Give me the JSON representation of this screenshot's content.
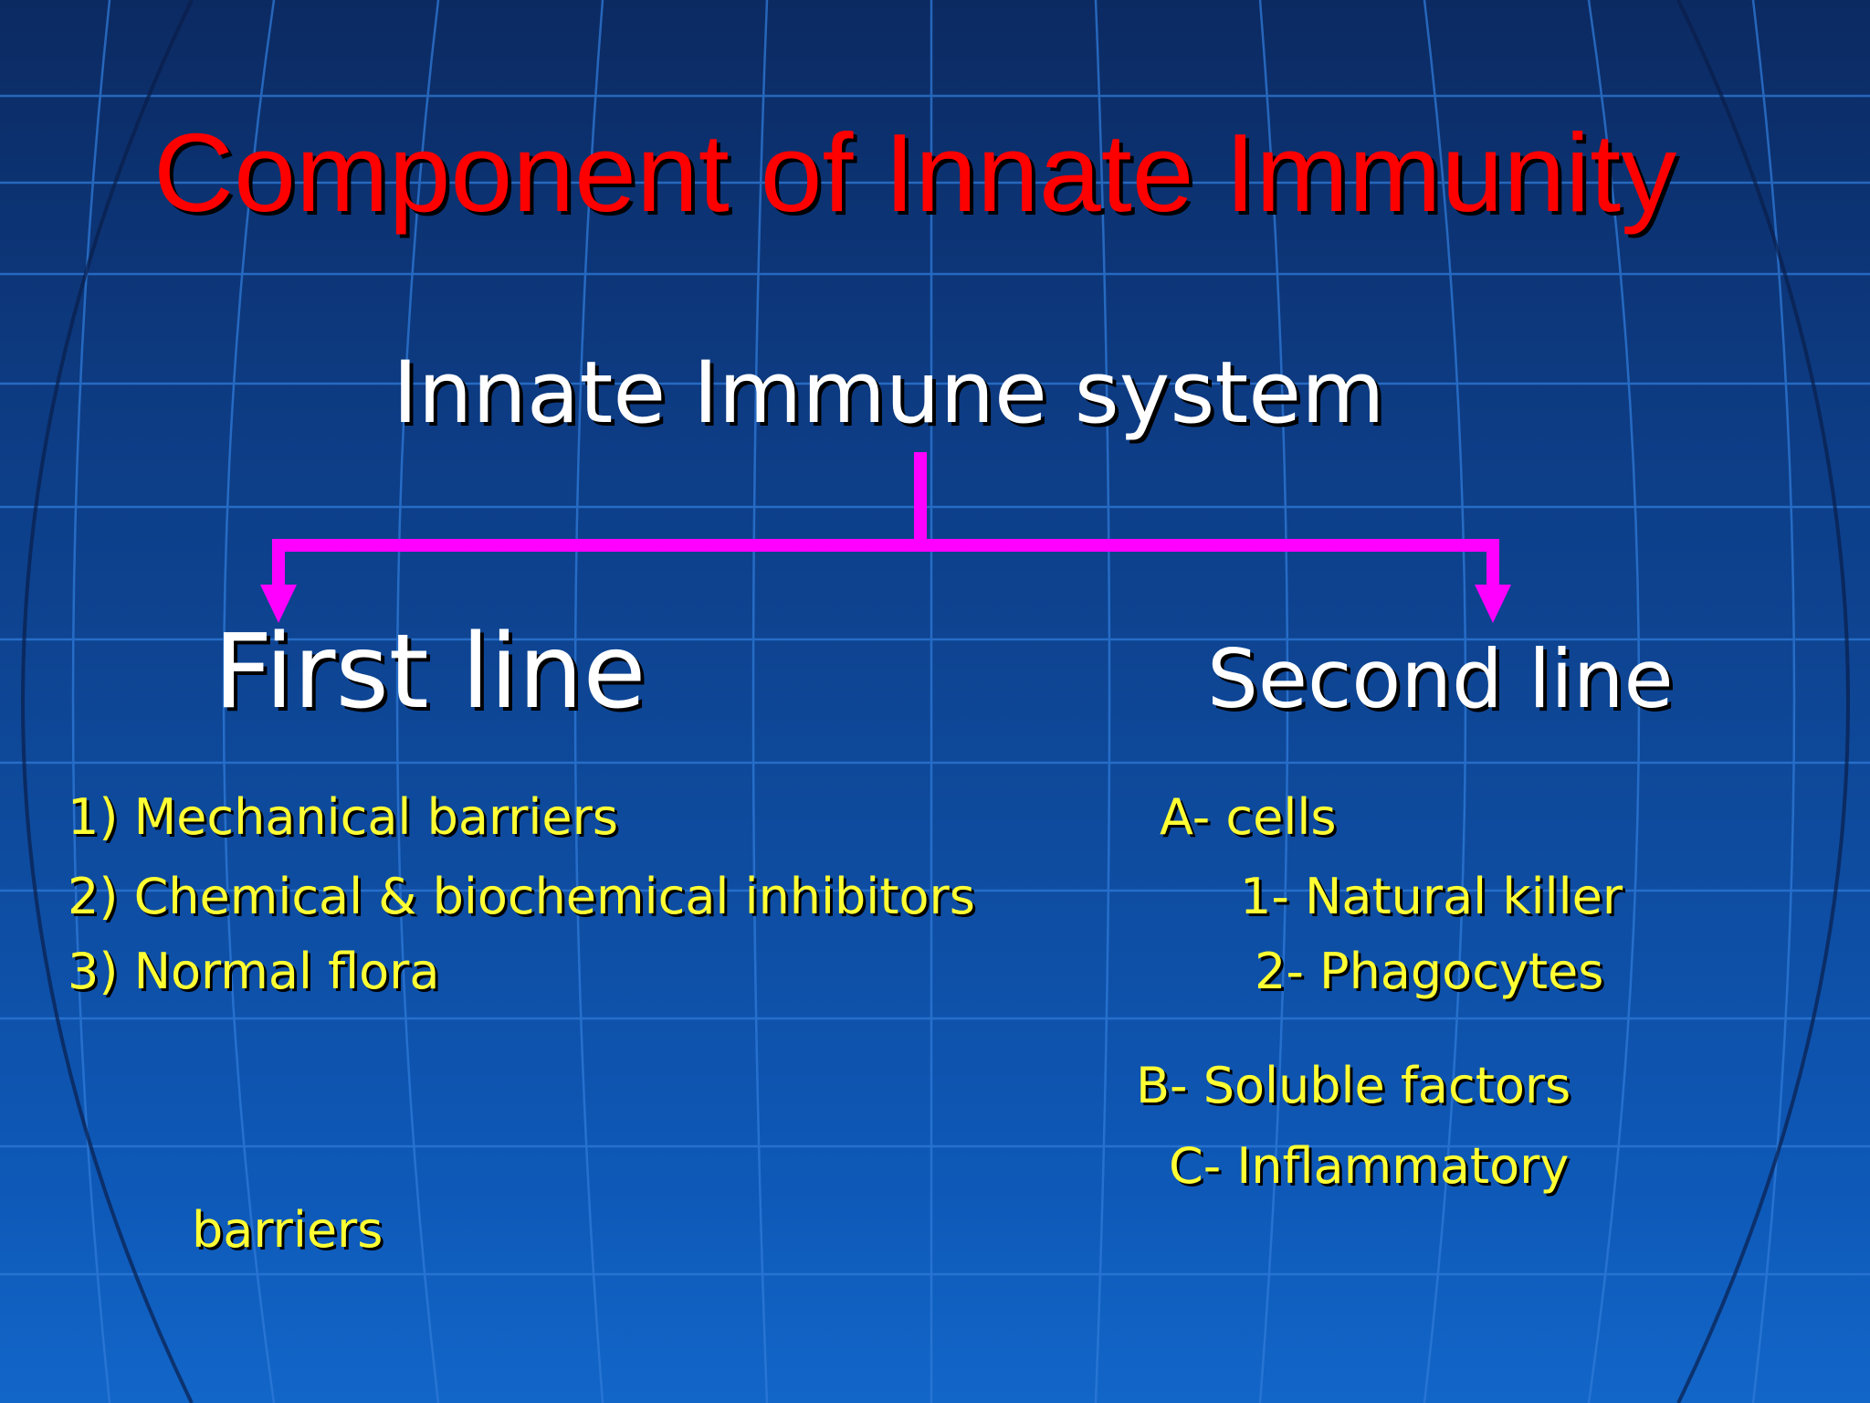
{
  "colors": {
    "title": "#ff0000",
    "heading": "#ffffff",
    "item_text": "#ffff33",
    "connector": "#ff00ff"
  },
  "title": "Component of Innate Immunity",
  "root": {
    "label": "Innate Immune system"
  },
  "first_line": {
    "label": "First line",
    "items": [
      "1) Mechanical barriers",
      "2) Chemical & biochemical inhibitors",
      "3) Normal flora"
    ]
  },
  "second_line": {
    "label": "Second line",
    "items": [
      "A- cells",
      "1- Natural killer",
      "2- Phagocytes",
      "B- Soluble factors",
      "C- Inflammatory"
    ]
  },
  "orphan_text": "barriers"
}
